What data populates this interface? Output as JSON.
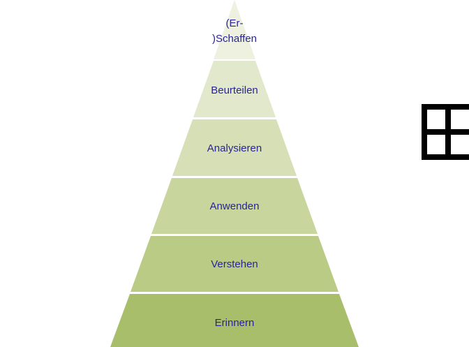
{
  "pyramid": {
    "levels": [
      {
        "label_line1": "(Er-",
        "label_line2": ")Schaffen",
        "fill": "#eef0e0"
      },
      {
        "label": "Beurteilen",
        "fill": "#e2e8cc"
      },
      {
        "label": "Analysieren",
        "fill": "#d6dfb6"
      },
      {
        "label": "Anwenden",
        "fill": "#c8d59d"
      },
      {
        "label": "Verstehen",
        "fill": "#b9cb84"
      },
      {
        "label": "Erinnern",
        "fill": "#a9be6a"
      }
    ],
    "separator_color": "#ffffff",
    "label_color": "#2a2496"
  },
  "grid_icon": {
    "icon": "table-grid-icon",
    "color": "#000000"
  }
}
